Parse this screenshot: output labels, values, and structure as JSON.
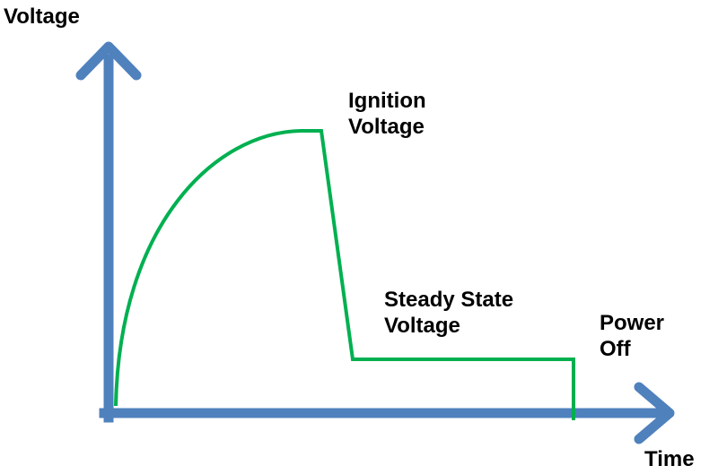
{
  "axes": {
    "y_label": "Voltage",
    "x_label": "Time",
    "color": "#4f81bd"
  },
  "curve": {
    "color": "#00b050"
  },
  "annotations": {
    "ignition": [
      "Ignition",
      "Voltage"
    ],
    "steady_state": [
      "Steady State",
      "Voltage"
    ],
    "power_off": [
      "Power",
      "Off"
    ]
  }
}
